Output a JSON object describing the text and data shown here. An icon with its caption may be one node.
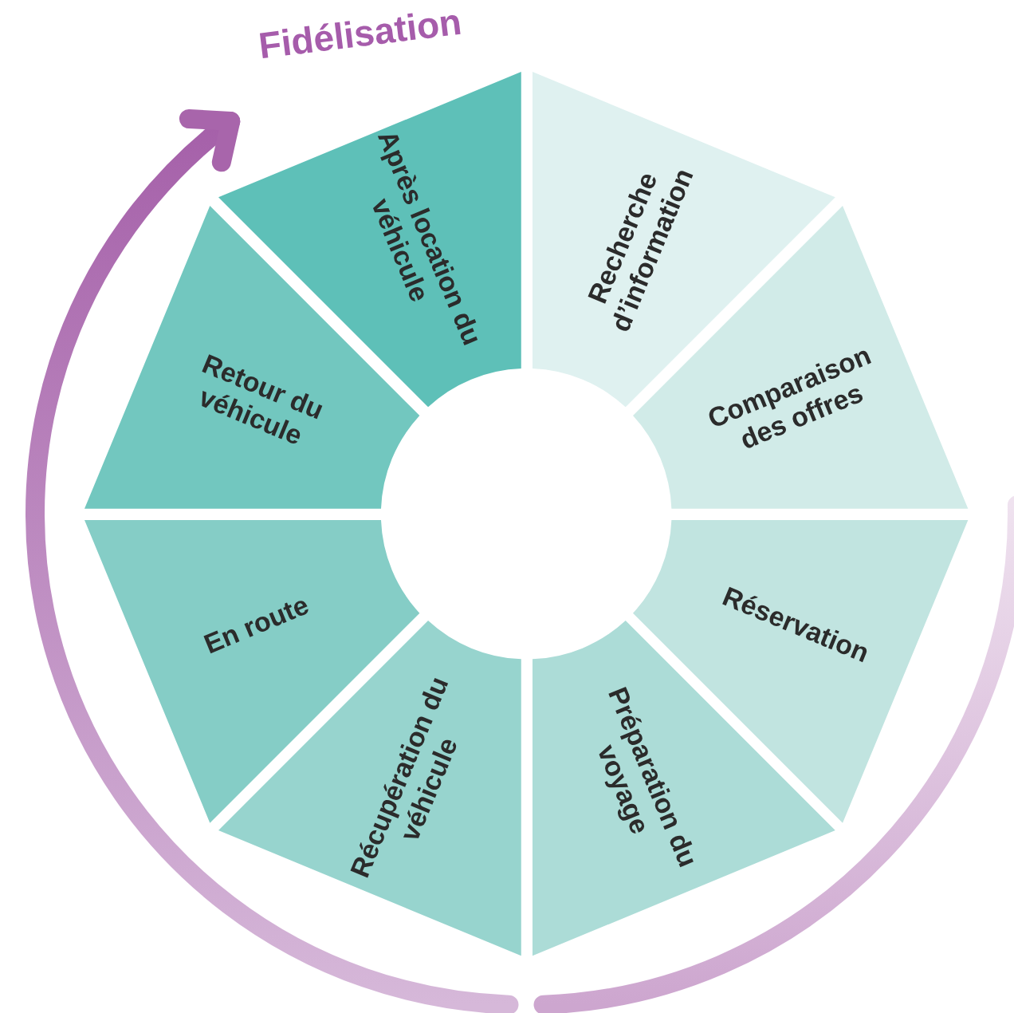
{
  "diagram": {
    "nodes": [
      {
        "text": [
          "Recherche d’information"
        ]
      },
      {
        "text": [
          "Comparaison des offres"
        ]
      },
      {
        "text": [
          "Réservation"
        ]
      },
      {
        "text": [
          "Préparation du voyage"
        ]
      },
      {
        "text": [
          "Récupération du véhicule"
        ]
      },
      {
        "text": [
          "En route"
        ]
      },
      {
        "text": [
          "Retour du véhicule"
        ]
      },
      {
        "text": [
          "Après location du véhicule"
        ]
      }
    ],
    "labels": [
      "Fidélisation"
    ]
  }
}
